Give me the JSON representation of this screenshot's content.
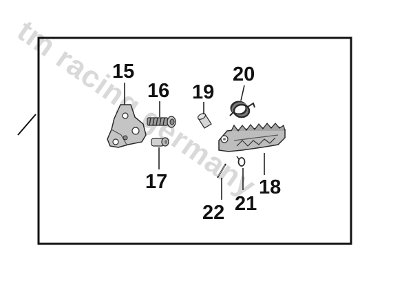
{
  "watermark": "tm racing germany",
  "callouts": [
    {
      "id": "15",
      "label": "15"
    },
    {
      "id": "16",
      "label": "16"
    },
    {
      "id": "17",
      "label": "17"
    },
    {
      "id": "18",
      "label": "18"
    },
    {
      "id": "19",
      "label": "19"
    },
    {
      "id": "20",
      "label": "20"
    },
    {
      "id": "21",
      "label": "21"
    },
    {
      "id": "22",
      "label": "22"
    }
  ],
  "parts": [
    {
      "id": "15",
      "kind": "footrest-bracket"
    },
    {
      "id": "16",
      "kind": "bolt"
    },
    {
      "id": "17",
      "kind": "pin"
    },
    {
      "id": "18",
      "kind": "footpeg"
    },
    {
      "id": "19",
      "kind": "dowel-pin"
    },
    {
      "id": "20",
      "kind": "torsion-spring"
    },
    {
      "id": "21",
      "kind": "washer"
    },
    {
      "id": "22",
      "kind": "cotter-pin"
    }
  ],
  "colors": {
    "frame": "#111111",
    "part_fill": "#bdbdbd",
    "part_dark": "#8a8a8a",
    "watermark": "#d9d9d9"
  }
}
